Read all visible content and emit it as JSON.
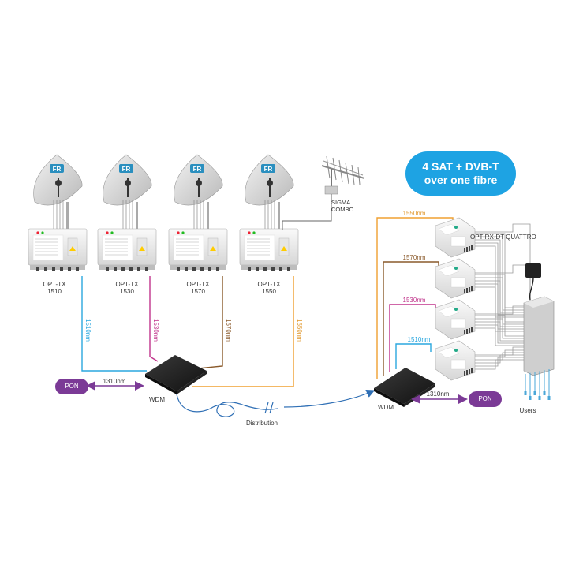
{
  "transmitters": [
    {
      "name": "OPT-TX",
      "code": "1510",
      "wavelength": "1510nm",
      "color": "#2aa7df"
    },
    {
      "name": "OPT-TX",
      "code": "1530",
      "wavelength": "1530nm",
      "color": "#c0338b"
    },
    {
      "name": "OPT-TX",
      "code": "1570",
      "wavelength": "1570nm",
      "color": "#8a5a2b"
    },
    {
      "name": "OPT-TX",
      "code": "1550",
      "wavelength": "1550nm",
      "color": "#f0a030"
    }
  ],
  "dish_logo": "FR",
  "antenna_label": "SIGMA COMBO",
  "headline": {
    "line1": "4 SAT + DVB-T",
    "line2": "over one fibre",
    "color": "#1ea3e3"
  },
  "wdm_left": {
    "label": "WDM",
    "pon": "PON",
    "pon_wavelength": "1310nm"
  },
  "wdm_right": {
    "label": "WDM",
    "pon": "PON",
    "pon_wavelength": "1310nm"
  },
  "distribution_label": "Distribution",
  "receiver_label": "OPT-RX-DT QUATTRO",
  "receiver_wavelengths": [
    "1550nm",
    "1570nm",
    "1530nm",
    "1510nm"
  ],
  "users_label": "Users",
  "pon_color": "#7b3a96",
  "fibre_color": "#2f6fb5"
}
